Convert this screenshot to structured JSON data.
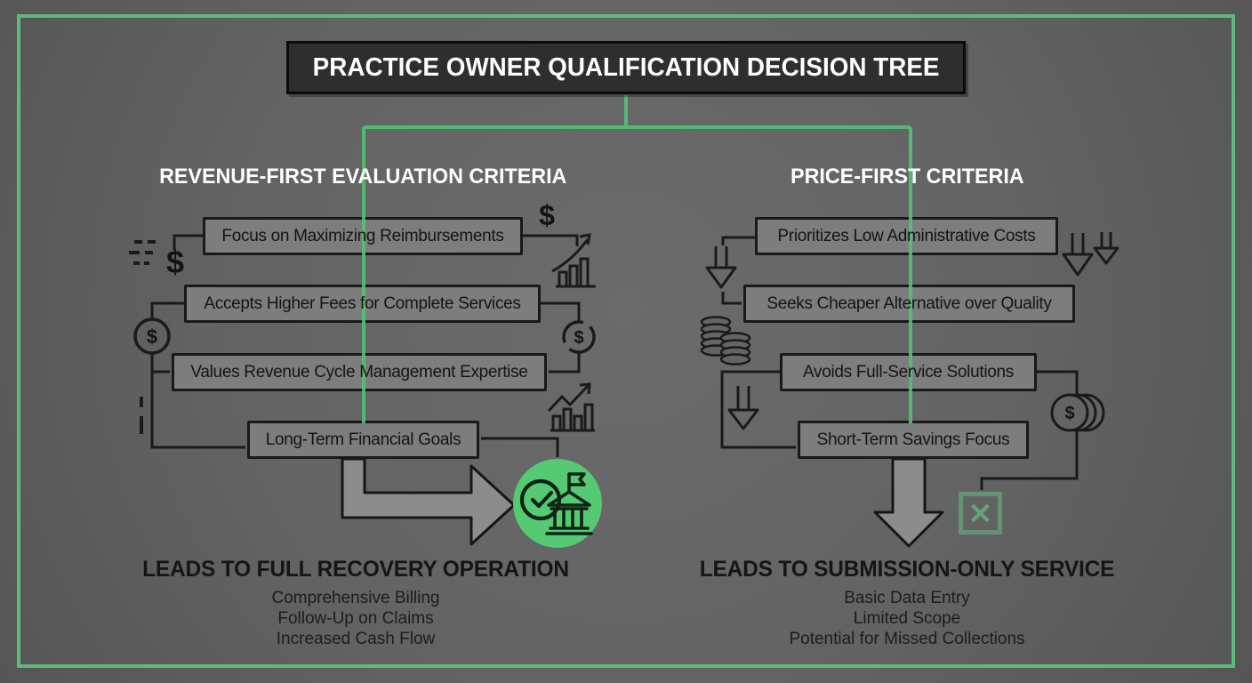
{
  "title": "PRACTICE OWNER QUALIFICATION DECISION TREE",
  "left_branch": {
    "header": "REVENUE-FIRST EVALUATION CRITERIA",
    "boxes": [
      "Focus on Maximizing Reimbursements",
      "Accepts Higher Fees for Complete Services",
      "Values Revenue Cycle Management Expertise",
      "Long-Term Financial Goals"
    ],
    "outcome": {
      "heading": "LEADS TO FULL RECOVERY OPERATION",
      "details": [
        "Comprehensive Billing",
        "Follow-Up on Claims",
        "Increased Cash Flow"
      ]
    }
  },
  "right_branch": {
    "header": "PRICE-FIRST CRITERIA",
    "boxes": [
      "Prioritizes Low Administrative Costs",
      "Seeks Cheaper Alternative over Quality",
      "Avoids Full-Service Solutions",
      "Short-Term Savings Focus"
    ],
    "outcome": {
      "heading": "LEADS TO SUBMISSION-ONLY SERVICE",
      "details": [
        "Basic Data Entry",
        "Limited Scope",
        "Potential for Missed Collections"
      ]
    }
  },
  "glyphs": {
    "dollar": "$",
    "x": "✕"
  },
  "colors": {
    "accent_green": "#56c973",
    "frame_green": "#5cba7a",
    "background_gray": "#646464",
    "box_gray": "#7d7d7d",
    "title_bg": "#2e2e2e",
    "ink": "#1a1a1a"
  }
}
